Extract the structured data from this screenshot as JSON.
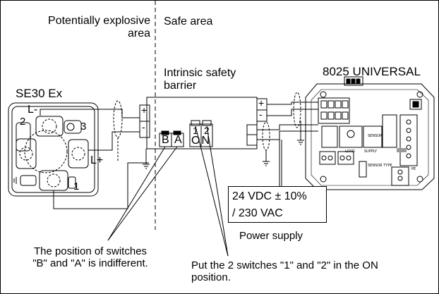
{
  "zones": {
    "hazardous_line1": "Potentially explosive",
    "hazardous_line2": "area",
    "safe": "Safe area"
  },
  "sensor": {
    "title": "SE30 Ex",
    "term_l_minus": "L-",
    "term_l_plus": "L+",
    "term_1": "1",
    "term_2": "2",
    "term_3": "3"
  },
  "barrier": {
    "title_line1": "Intrinsic safety",
    "title_line2": "barrier",
    "plus_in": "+",
    "minus_in": "-",
    "plus_out": "+",
    "minus_out": "-",
    "switch_b": "B",
    "switch_a": "A",
    "switch_1": "1",
    "switch_2": "2",
    "switch_on": "ON"
  },
  "transmitter": {
    "title": "8025 UNIVERSAL",
    "pcb_load": "LOAD",
    "pcb_supply": "SUPPLY",
    "pcb_sensor_type": "SENSOR TYPE",
    "pcb_sensor": "SENSOR",
    "pcb_pe": "PE"
  },
  "power": {
    "line1": "24 VDC ± 10%",
    "line2": "/ 230 VAC",
    "caption": "Power supply"
  },
  "notes": {
    "ba_line1": "The position of switches",
    "ba_line2": "\"B\" and \"A\" is indifferent.",
    "sw_line1": "Put the 2 switches \"1\" and \"2\" in the ON",
    "sw_line2": "position."
  }
}
